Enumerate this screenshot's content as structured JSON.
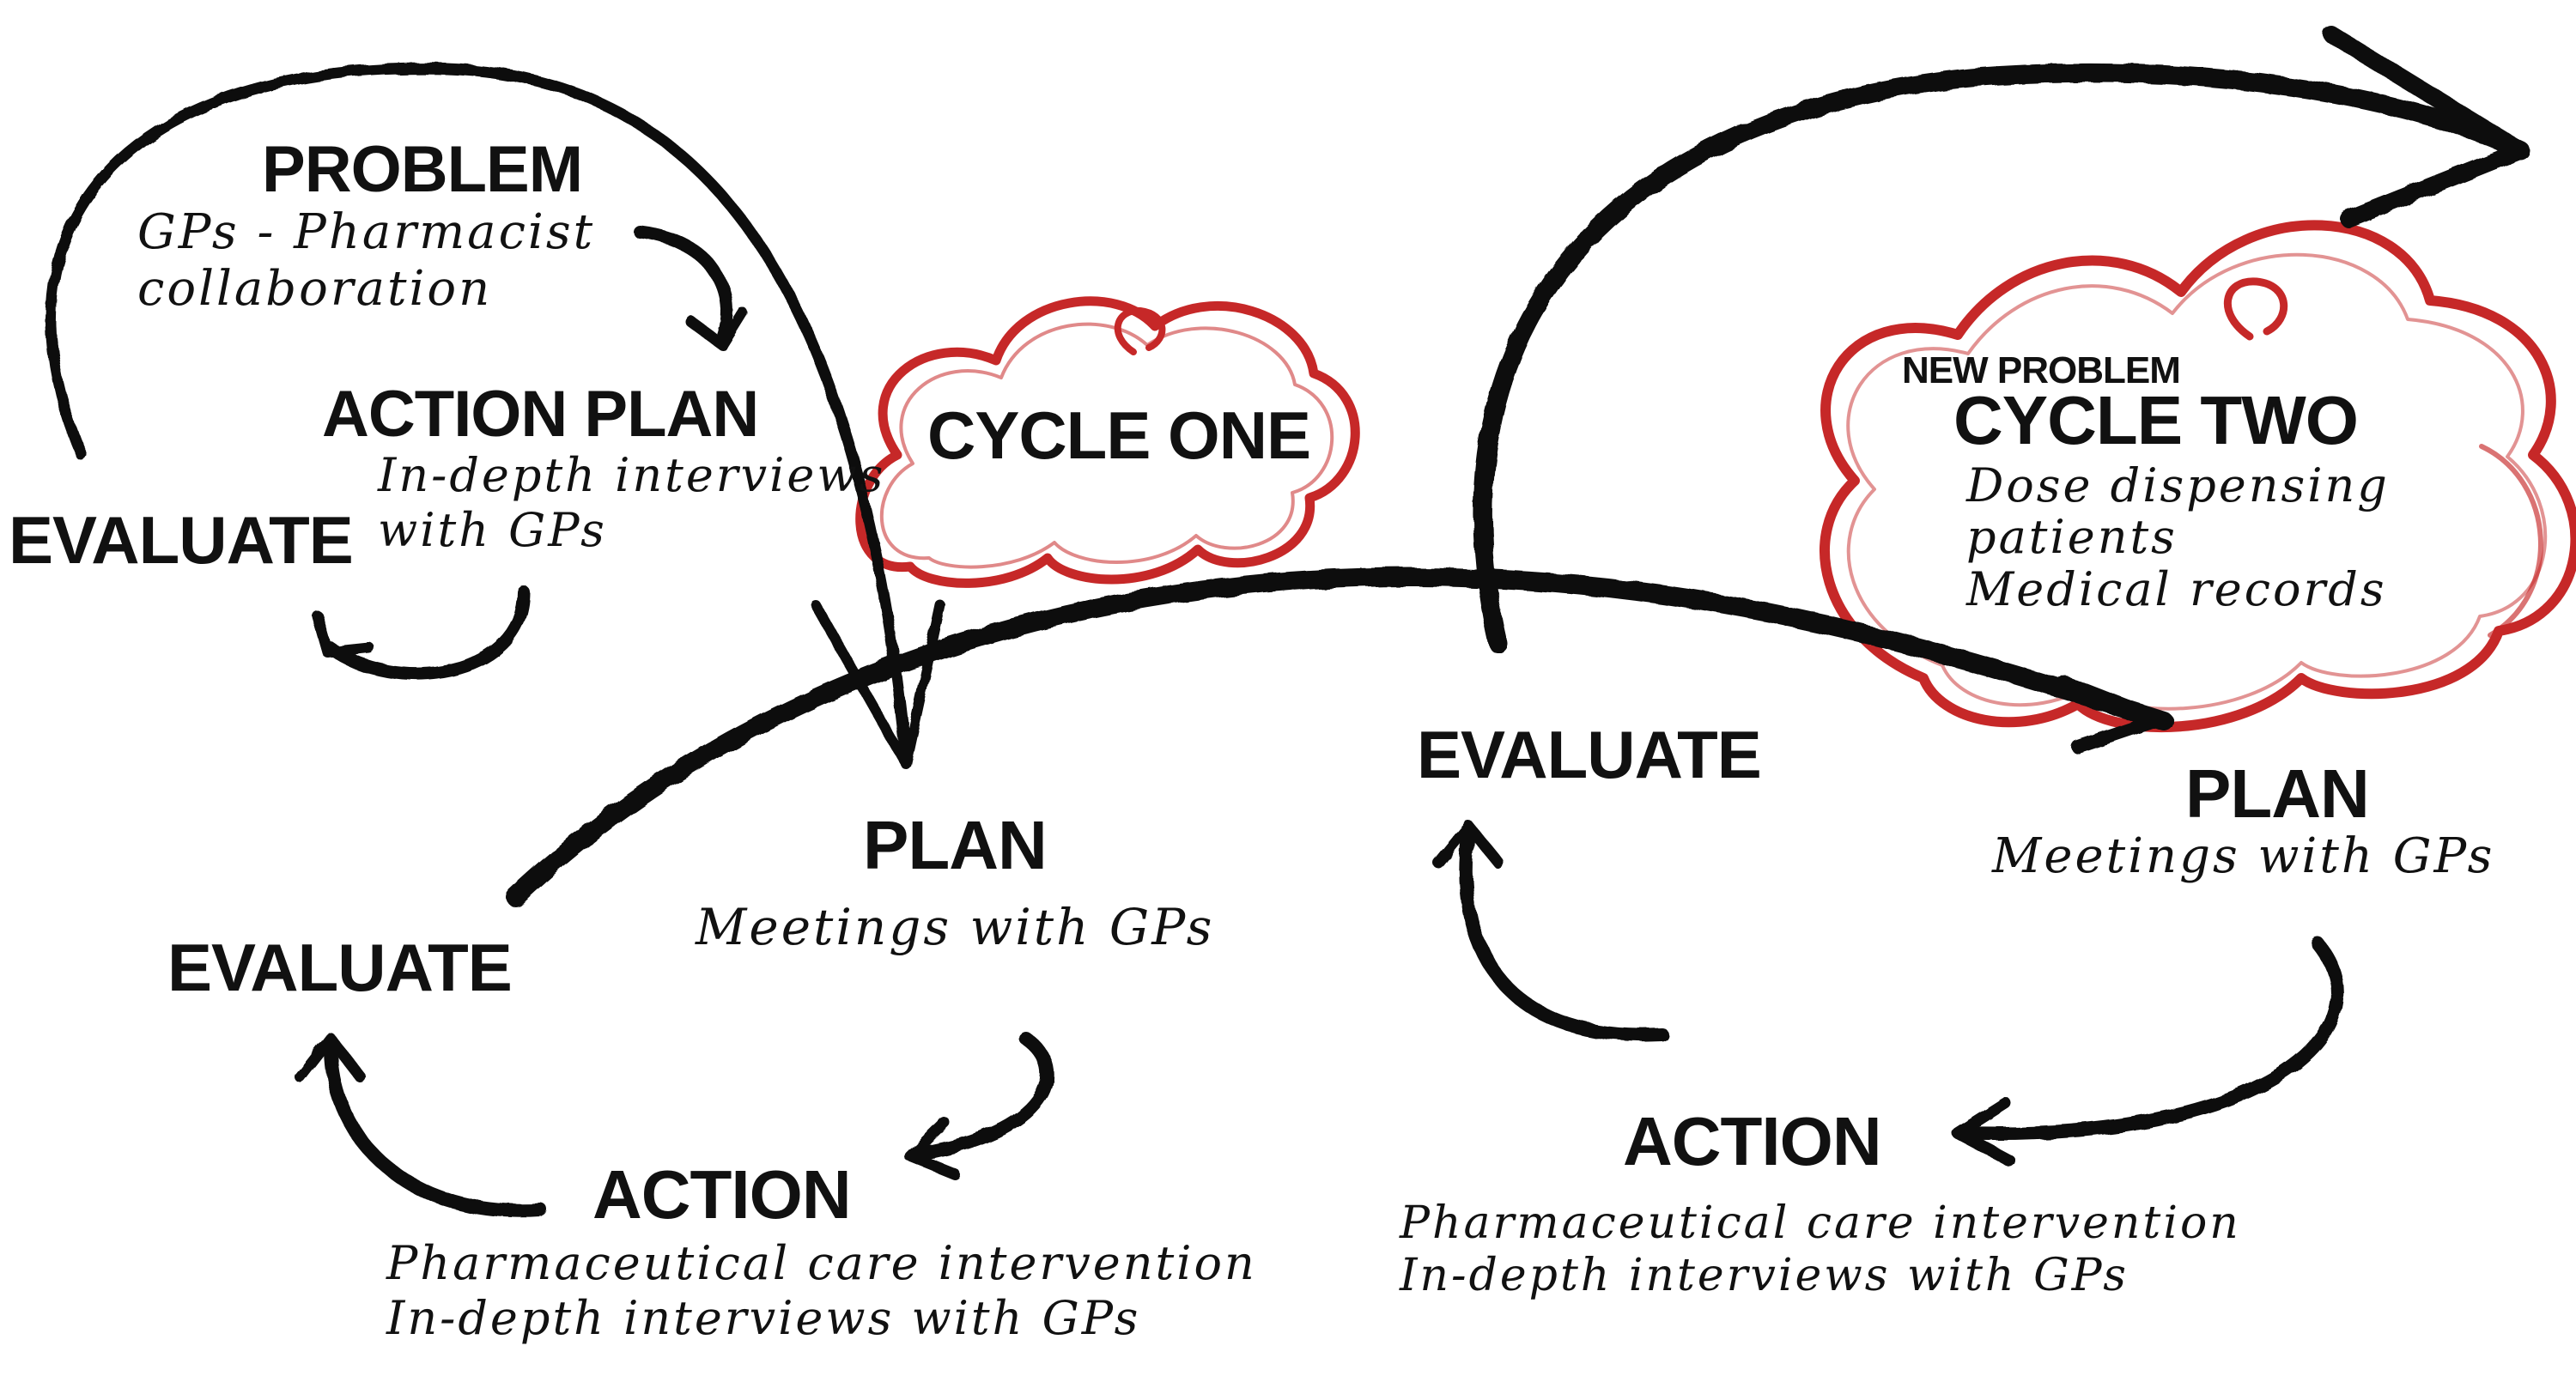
{
  "colors": {
    "ink": "#111111",
    "cloud": "#c62828",
    "background": "#ffffff"
  },
  "cycle_one": {
    "problem": {
      "title": "PROBLEM",
      "lines": [
        "GPs - Pharmacist",
        "collaboration"
      ]
    },
    "action_plan": {
      "title": "ACTION PLAN",
      "lines": [
        "In-depth interviews",
        "with GPs"
      ]
    },
    "evaluate_top": "EVALUATE",
    "cloud_label": "CYCLE ONE",
    "plan": {
      "title": "PLAN",
      "lines": [
        "Meetings with GPs"
      ]
    },
    "evaluate_bottom": "EVALUATE",
    "action": {
      "title": "ACTION",
      "lines": [
        "Pharmaceutical care intervention",
        "In-depth interviews with GPs"
      ]
    }
  },
  "cycle_two": {
    "cloud": {
      "subtitle": "NEW PROBLEM",
      "title": "CYCLE TWO",
      "lines": [
        "Dose dispensing",
        "patients",
        "Medical records"
      ]
    },
    "evaluate": "EVALUATE",
    "plan": {
      "title": "PLAN",
      "lines": [
        "Meetings with GPs"
      ]
    },
    "action": {
      "title": "ACTION",
      "lines": [
        "Pharmaceutical care intervention",
        "In-depth interviews with GPs"
      ]
    }
  }
}
